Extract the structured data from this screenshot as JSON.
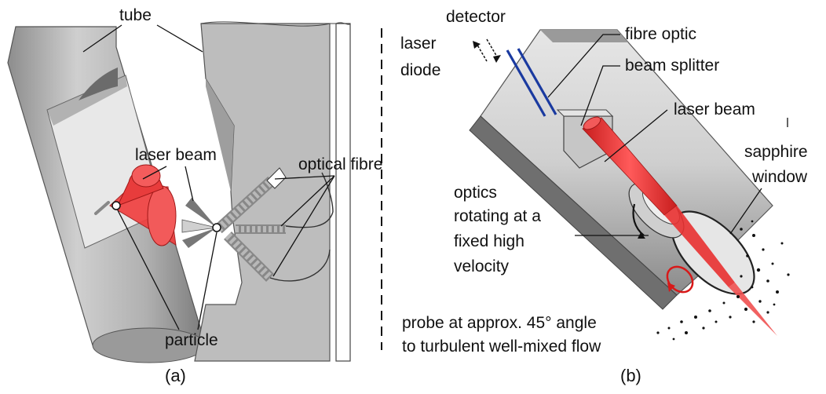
{
  "panel_a": {
    "caption": "(a)",
    "labels": {
      "tube": "tube",
      "laser_beam": "laser beam",
      "optical_fibre": "optical fibre",
      "particle": "particle"
    }
  },
  "panel_b": {
    "caption": "(b)",
    "labels": {
      "detector": "detector",
      "laser_diode_line1": "laser",
      "laser_diode_line2": "diode",
      "fibre_optic": "fibre optic",
      "beam_splitter": "beam splitter",
      "laser_beam": "laser beam",
      "sapphire_window_line1": "sapphire",
      "sapphire_window_line2": "window",
      "optics_line1": "optics",
      "optics_line2": "rotating at a",
      "optics_line3": "fixed high",
      "optics_line4": "velocity",
      "probe_line1": "probe at approx. 45° angle",
      "probe_line2": "to turbulent well-mixed flow"
    }
  },
  "colors": {
    "metal_light": "#dcdcdc",
    "metal_mid": "#b3b3b3",
    "metal_dark": "#6e6e6e",
    "laser_red": "#f04040",
    "fibre_blue": "#1a3aa0"
  }
}
